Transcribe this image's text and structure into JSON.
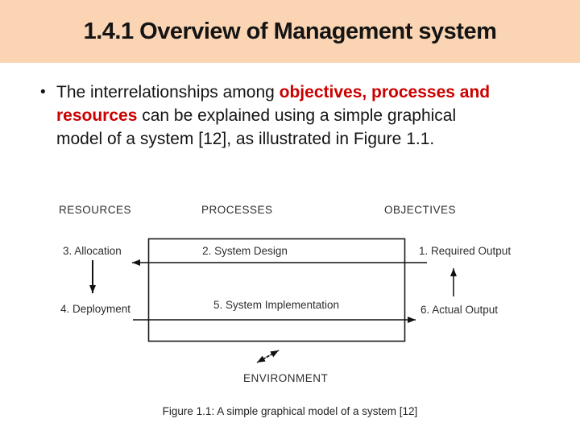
{
  "colors": {
    "header_bg": "#FBD5B3",
    "accent_red": "#CC0000",
    "line_color": "#1a1a1a"
  },
  "header": {
    "title": "1.4.1 Overview of Management system"
  },
  "bullet": {
    "marker": "•",
    "lines": [
      {
        "seg0": "The interrelationships among ",
        "seg1": "objectives, processes and"
      },
      {
        "seg0": "resources",
        "seg1": " can be explained using a simple graphical"
      },
      {
        "seg0": "model of a system [12], as illustrated in Figure 1.1."
      }
    ]
  },
  "figure": {
    "columns": [
      "RESOURCES",
      "PROCESSES",
      "OBJECTIVES"
    ],
    "steps": {
      "required_output": "1. Required Output",
      "system_design": "2. System Design",
      "allocation": "3. Allocation",
      "deployment": "4. Deployment",
      "system_implementation": "5. System Implementation",
      "actual_output": "6. Actual Output"
    },
    "environment": "ENVIRONMENT",
    "caption": "Figure 1.1: A simple graphical model of a system [12]"
  }
}
